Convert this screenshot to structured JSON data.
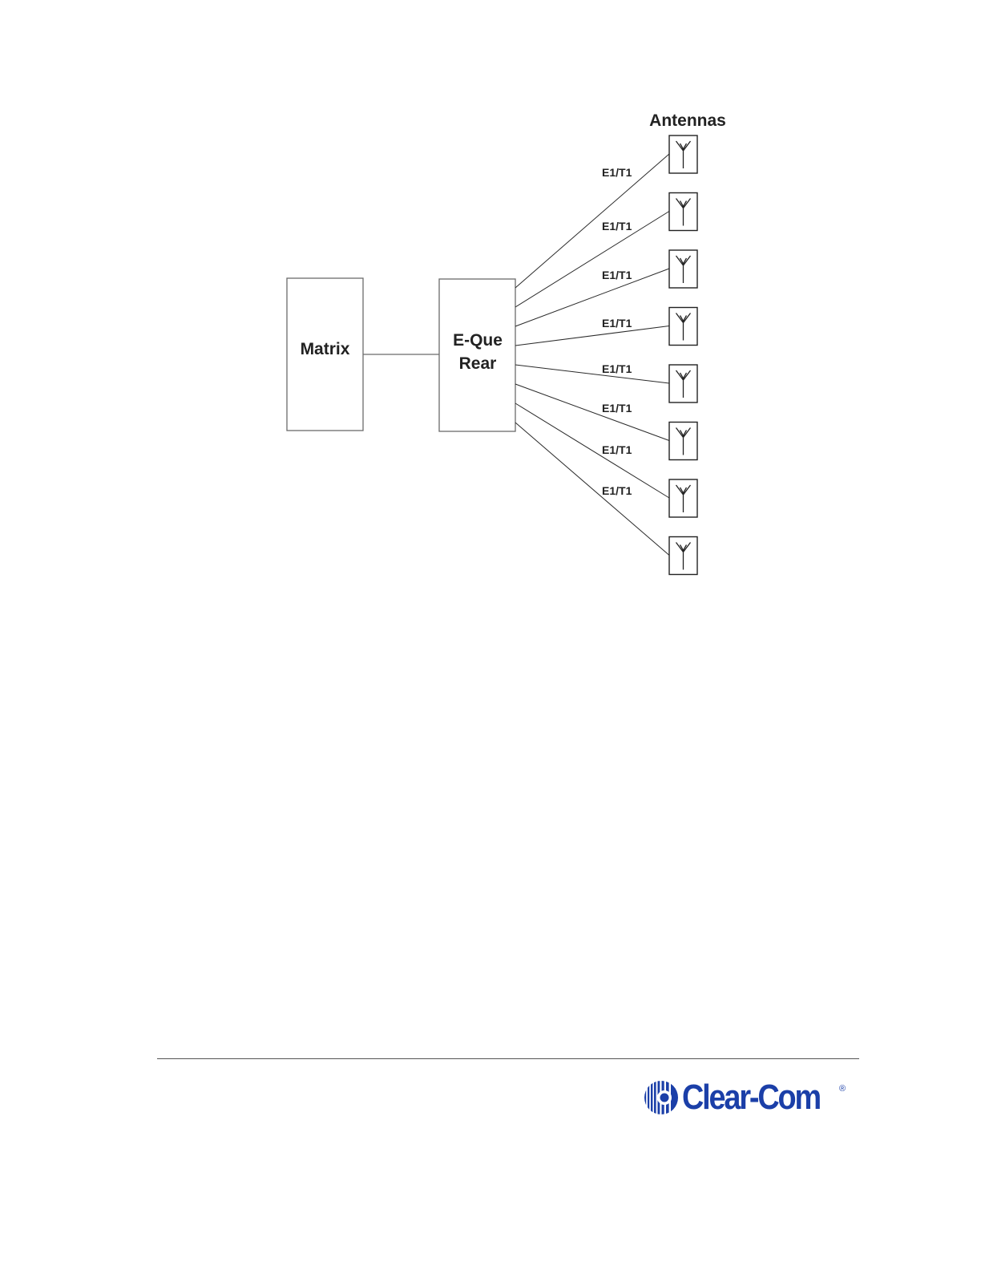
{
  "diagram": {
    "header": "Antennas",
    "matrix_label": "Matrix",
    "eque_label_line1": "E-Que",
    "eque_label_line2": "Rear",
    "links": [
      {
        "label": "E1/T1"
      },
      {
        "label": "E1/T1"
      },
      {
        "label": "E1/T1"
      },
      {
        "label": "E1/T1"
      },
      {
        "label": "E1/T1"
      },
      {
        "label": "E1/T1"
      },
      {
        "label": "E1/T1"
      },
      {
        "label": "E1/T1"
      }
    ],
    "antenna_count": 8
  },
  "footer": {
    "brand": "Clear-Com",
    "registered": "®",
    "brand_color": "#1b3fa8"
  }
}
